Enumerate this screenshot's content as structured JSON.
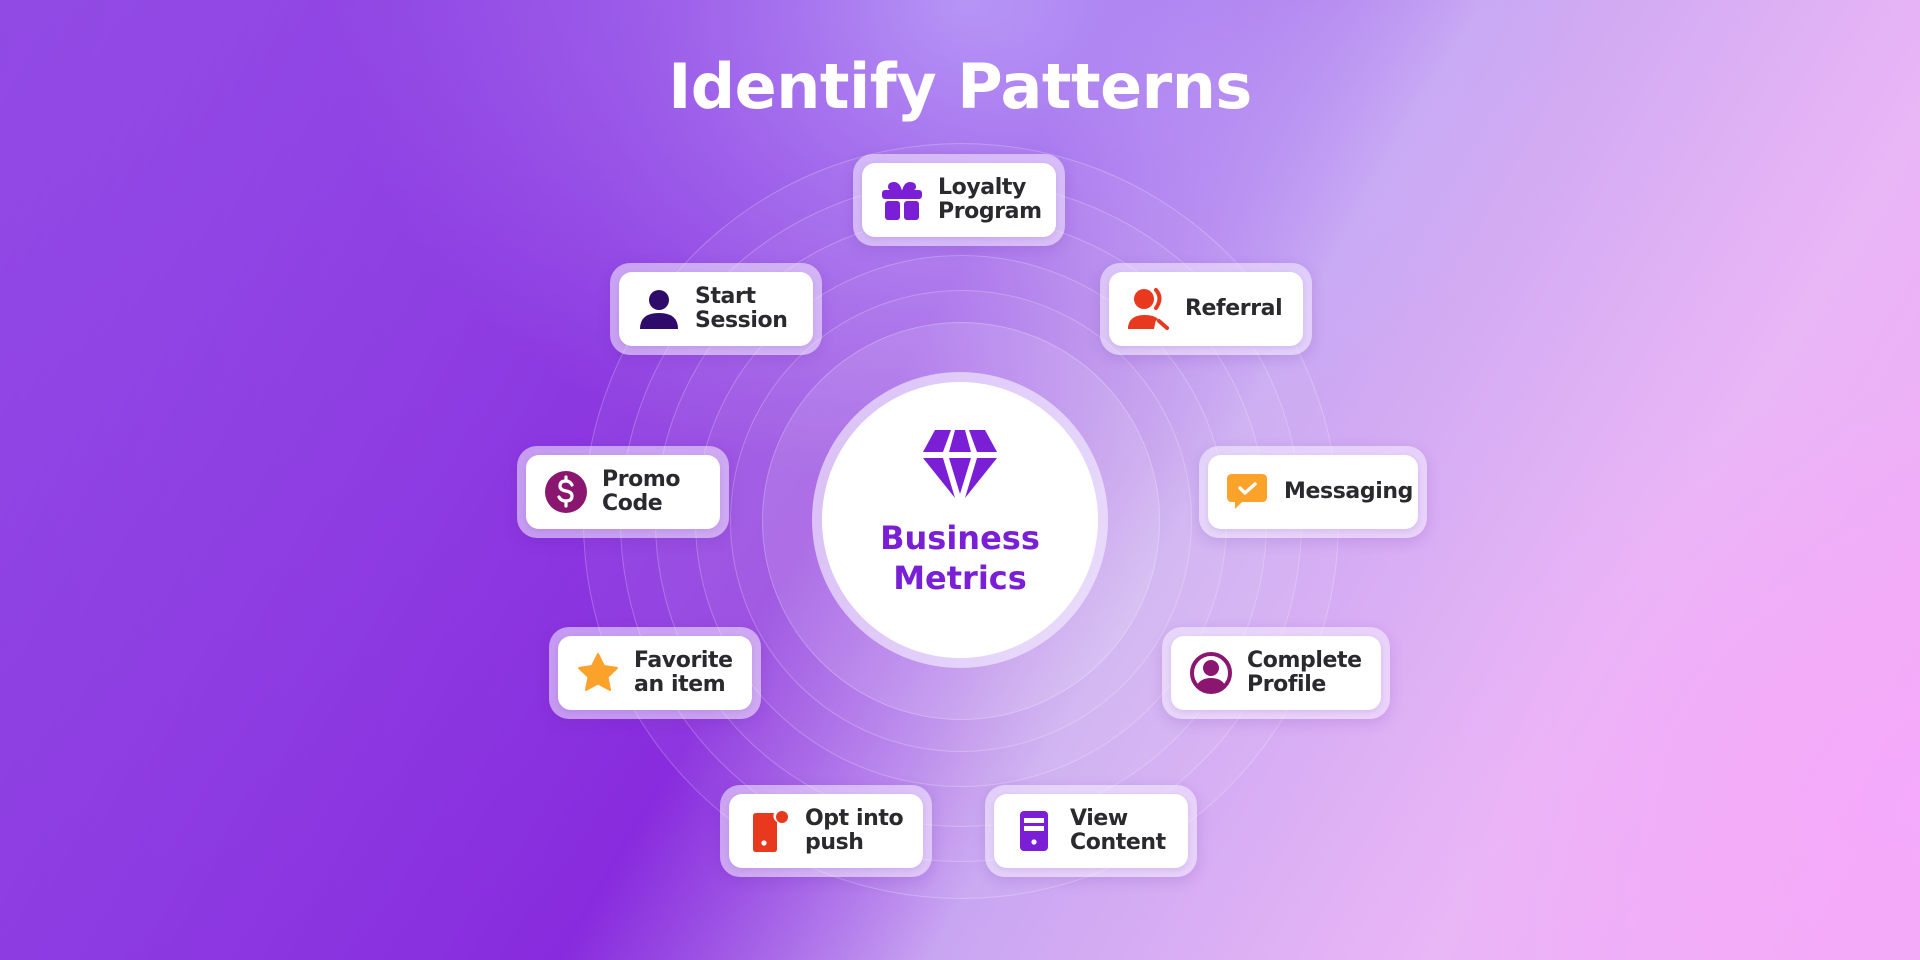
{
  "title": "Identify Patterns",
  "center": {
    "icon": "diamond-icon",
    "label_line1": "Business",
    "label_line2": "Metrics",
    "color": "#7a1fd6"
  },
  "nodes": [
    {
      "id": "loyalty-program",
      "line1": "Loyalty",
      "line2": "Program",
      "icon": "gift-icon",
      "color": "#7a1fd6"
    },
    {
      "id": "referral",
      "line1": "Referral",
      "line2": "",
      "icon": "referral-users-icon",
      "color": "#e8391f"
    },
    {
      "id": "messaging",
      "line1": "Messaging",
      "line2": "",
      "icon": "chat-check-icon",
      "color": "#fba22b"
    },
    {
      "id": "complete-profile",
      "line1": "Complete",
      "line2": "Profile",
      "icon": "user-circle-icon",
      "color": "#8a1670"
    },
    {
      "id": "view-content",
      "line1": "View",
      "line2": "Content",
      "icon": "content-device-icon",
      "color": "#7a1fd6"
    },
    {
      "id": "opt-into-push",
      "line1": "Opt into",
      "line2": "push",
      "icon": "push-notification-icon",
      "color": "#e8391f"
    },
    {
      "id": "favorite-an-item",
      "line1": "Favorite",
      "line2": "an item",
      "icon": "star-icon",
      "color": "#fba22b"
    },
    {
      "id": "promo-code",
      "line1": "Promo",
      "line2": "Code",
      "icon": "dollar-circle-icon",
      "color": "#8a1670"
    },
    {
      "id": "start-session",
      "line1": "Start",
      "line2": "Session",
      "icon": "user-icon",
      "color": "#2e0a6b"
    }
  ]
}
